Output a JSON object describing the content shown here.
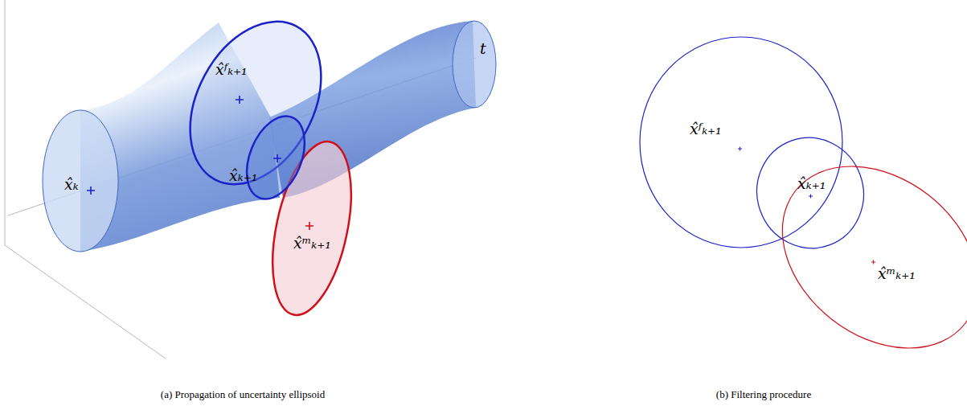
{
  "diagram": {
    "labels": [
      "x̂ₖ",
      "x̂ᶠₖ₊₁",
      "x̂ₖ₊₁",
      "x̂ᵐₖ₊₁",
      "t",
      "x̂ᶠₖ₊₁",
      "x̂ₖ₊₁",
      "x̂ᵐₖ₊₁",
      "(a) Propagation of uncertainty ellipsoid",
      "(b) Filtering procedure"
    ]
  }
}
